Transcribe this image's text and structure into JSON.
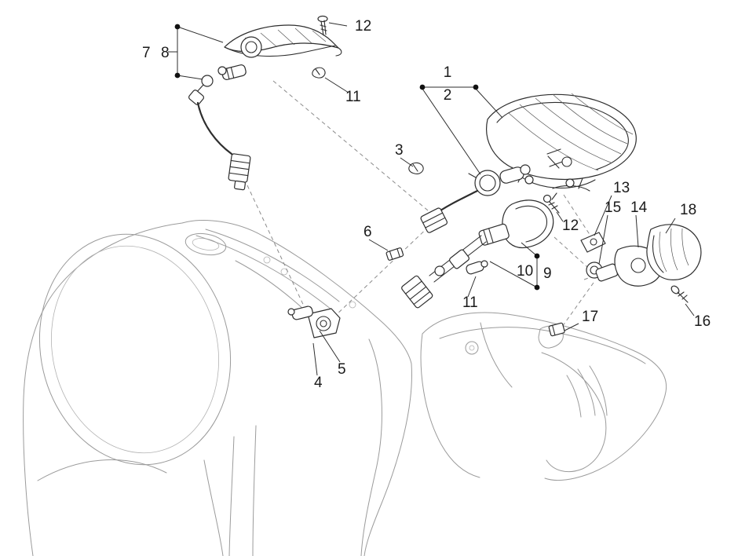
{
  "style": {
    "part_line_color": "#2e2e2e",
    "context_line_color": "#9b9b9b",
    "dashed_line_color": "#8b8b8b",
    "label_color": "#1a1a1a",
    "background": "#ffffff"
  },
  "diagram": {
    "callouts": [
      {
        "label": "12"
      },
      {
        "label": "7"
      },
      {
        "label": "8"
      },
      {
        "label": "11"
      },
      {
        "label": "1"
      },
      {
        "label": "2"
      },
      {
        "label": "3"
      },
      {
        "label": "12"
      },
      {
        "label": "13"
      },
      {
        "label": "15"
      },
      {
        "label": "14"
      },
      {
        "label": "18"
      },
      {
        "label": "10"
      },
      {
        "label": "9"
      },
      {
        "label": "6"
      },
      {
        "label": "11"
      },
      {
        "label": "17"
      },
      {
        "label": "16"
      },
      {
        "label": "4"
      },
      {
        "label": "5"
      }
    ]
  }
}
